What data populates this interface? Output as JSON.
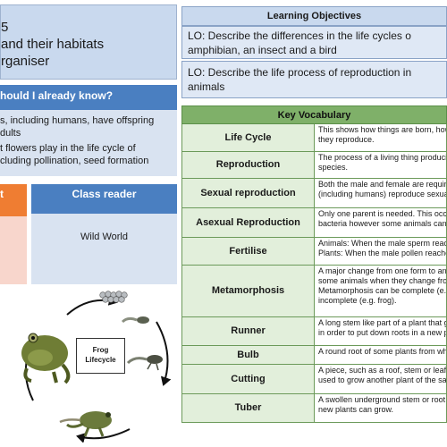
{
  "title": {
    "line1": "5",
    "line2": "and their habitats",
    "line3": "rganiser"
  },
  "know": {
    "heading": "hould I already know?",
    "lines": [
      "s, including humans, have offspring",
      "dults",
      "t flowers play in the life cycle of",
      "cluding pollination, seed formation"
    ]
  },
  "books": {
    "orange_heading": "t",
    "reader_heading": "Class reader",
    "reader_title": "Wild World"
  },
  "lifecycle": {
    "label_line1": "Frog",
    "label_line2": "Lifecycle"
  },
  "objectives": {
    "heading": "Learning Objectives",
    "lo1_line1": "LO:  Describe the differences in the life cycles o",
    "lo1_line2": "amphibian, an insect and a bird",
    "lo2_line1": "LO:  Describe the life process of reproduction in",
    "lo2_line2": "animals"
  },
  "vocab": {
    "heading": "Key Vocabulary",
    "rows": [
      {
        "term": "Life Cycle",
        "def": [
          "This shows how things are born, how",
          "they reproduce."
        ],
        "h": 31
      },
      {
        "term": "Reproduction",
        "def": [
          "The process of a living thing producin",
          "species."
        ],
        "h": 30
      },
      {
        "term": "Sexual reproduction",
        "def": [
          "Both the male and female are require",
          "(including humans) reproduce sexuall"
        ],
        "h": 33
      },
      {
        "term": "Asexual Reproduction",
        "def": [
          "Only one parent is needed. This occu",
          "bacteria however some animals can r"
        ],
        "h": 33
      },
      {
        "term": "Fertilise",
        "def": [
          "Animals: When the male sperm reach",
          "Plants: When the male pollen reaches"
        ],
        "h": 31
      },
      {
        "term": "Metamorphosis",
        "def": [
          "A major change from one form to ano",
          "some animals when they change fron",
          "Metamorphosis can be complete (e.g",
          "incomplete (e.g. frog)."
        ],
        "h": 58
      },
      {
        "term": "Runner",
        "def": [
          "A long stem like part of a plant that gr",
          "in order to put down roots in a new pla"
        ],
        "h": 32
      },
      {
        "term": "Bulb",
        "def": [
          "A round root of some plants from whic"
        ],
        "h": 21
      },
      {
        "term": "Cutting",
        "def": [
          "A piece, such as a roof, stem or leaf c",
          "used to grow another plant of the sam"
        ],
        "h": 33
      },
      {
        "term": "Tuber",
        "def": [
          "A swollen underground stem or root o",
          "new plants can grow."
        ],
        "h": 32
      }
    ]
  }
}
